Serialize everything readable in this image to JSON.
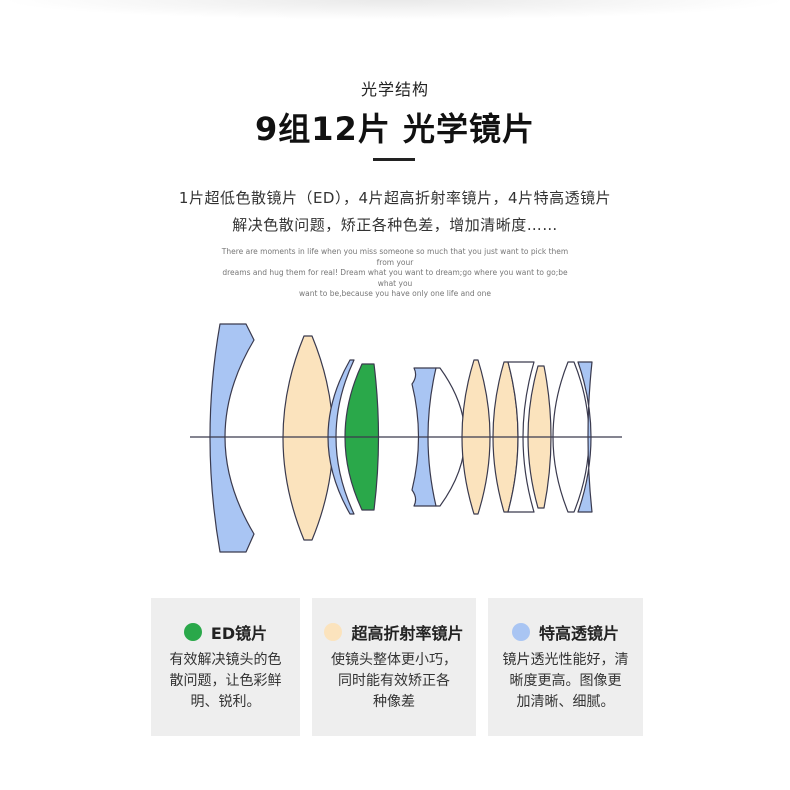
{
  "header": {
    "subtitle": "光学结构",
    "title": "9组12片 光学镜片"
  },
  "description": {
    "line1": "1片超低色散镜片（ED），4片超高折射率镜片，4片特高透镜片",
    "line2": "解决色散问题，矫正各种色差，增加清晰度……"
  },
  "english_text": {
    "line1": "There are moments in life when you miss someone so much that you just want to pick them from your",
    "line2": "dreams and hug them for real! Dream what you want to dream;go where you want to go;be what you",
    "line3": "want to be,because you have only one life and one"
  },
  "colors": {
    "ed_green": "#2aa84a",
    "high_refraction_cream": "#fbe3bd",
    "high_transmission_blue": "#a9c5f3",
    "outline": "#3a3a4e"
  },
  "legend_cards": [
    {
      "title": "ED镜片",
      "dot_color": "#2aa84a",
      "lines": [
        "有效解决镜头的色",
        "散问题，让色彩鲜",
        "明、锐利。"
      ]
    },
    {
      "title": "超高折射率镜片",
      "dot_color": "#fbe3bd",
      "lines": [
        "使镜头整体更小巧，",
        "同时能有效矫正各",
        "种像差"
      ]
    },
    {
      "title": "特高透镜片",
      "dot_color": "#a9c5f3",
      "lines": [
        "镜片透光性能好，清",
        "晰度更高。图像更",
        "加清晰、细腻。"
      ]
    }
  ]
}
